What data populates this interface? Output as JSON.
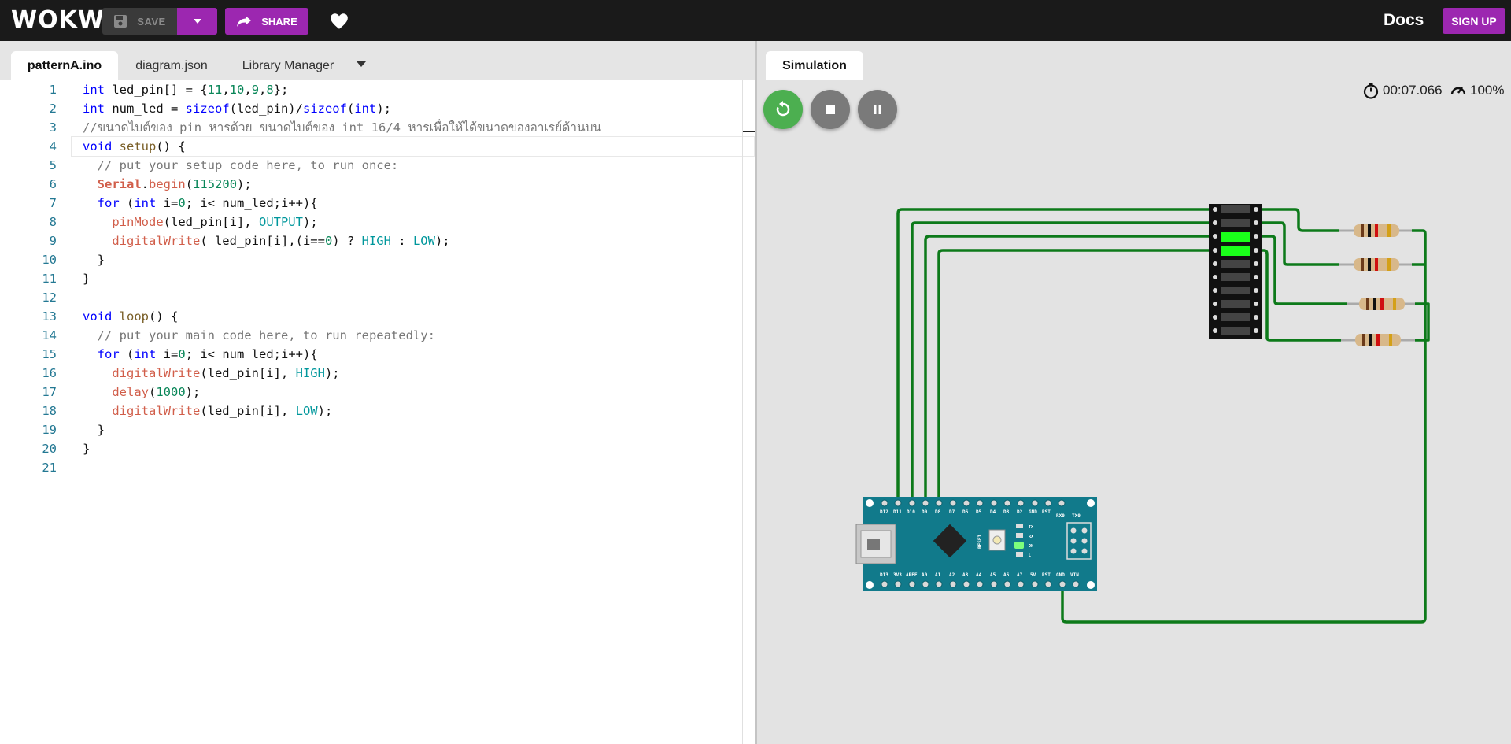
{
  "header": {
    "logo": "WOKWi",
    "save_label": "SAVE",
    "share_label": "SHARE",
    "docs_label": "Docs",
    "signup_label": "SIGN UP"
  },
  "editor": {
    "tabs": [
      "patternA.ino",
      "diagram.json",
      "Library Manager"
    ],
    "active_tab": "patternA.ino",
    "line_numbers": [
      "1",
      "2",
      "3",
      "4",
      "5",
      "6",
      "7",
      "8",
      "9",
      "10",
      "11",
      "12",
      "13",
      "14",
      "15",
      "16",
      "17",
      "18",
      "19",
      "20",
      "21"
    ]
  },
  "simulation": {
    "tab_label": "Simulation",
    "timer": "00:07.066",
    "speed": "100%",
    "board_labels_top": [
      "D12",
      "D11",
      "D10",
      "D9",
      "D8",
      "D7",
      "D6",
      "D5",
      "D4",
      "D3",
      "D2",
      "GND",
      "RST",
      "RX0",
      "TX0"
    ],
    "board_labels_bottom": [
      "D13",
      "3V3",
      "AREF",
      "A0",
      "A1",
      "A2",
      "A3",
      "A4",
      "A5",
      "A6",
      "A7",
      "5V",
      "RST",
      "GND",
      "VIN"
    ],
    "board_side_labels": [
      "TX",
      "RX",
      "ON",
      "L"
    ],
    "reset_label": "RESET"
  },
  "colors": {
    "accent": "#9c27b0",
    "wire": "#0d7a1a",
    "led_on": "#1aff1a",
    "board": "#117a8b",
    "run_button": "#4caf50"
  },
  "icons": {
    "save": "floppy-icon",
    "share": "share-arrow-icon",
    "favorite": "heart-icon",
    "restart": "restart-icon",
    "stop": "stop-icon",
    "pause": "pause-icon",
    "timer": "stopwatch-icon",
    "speed": "speedometer-icon"
  }
}
